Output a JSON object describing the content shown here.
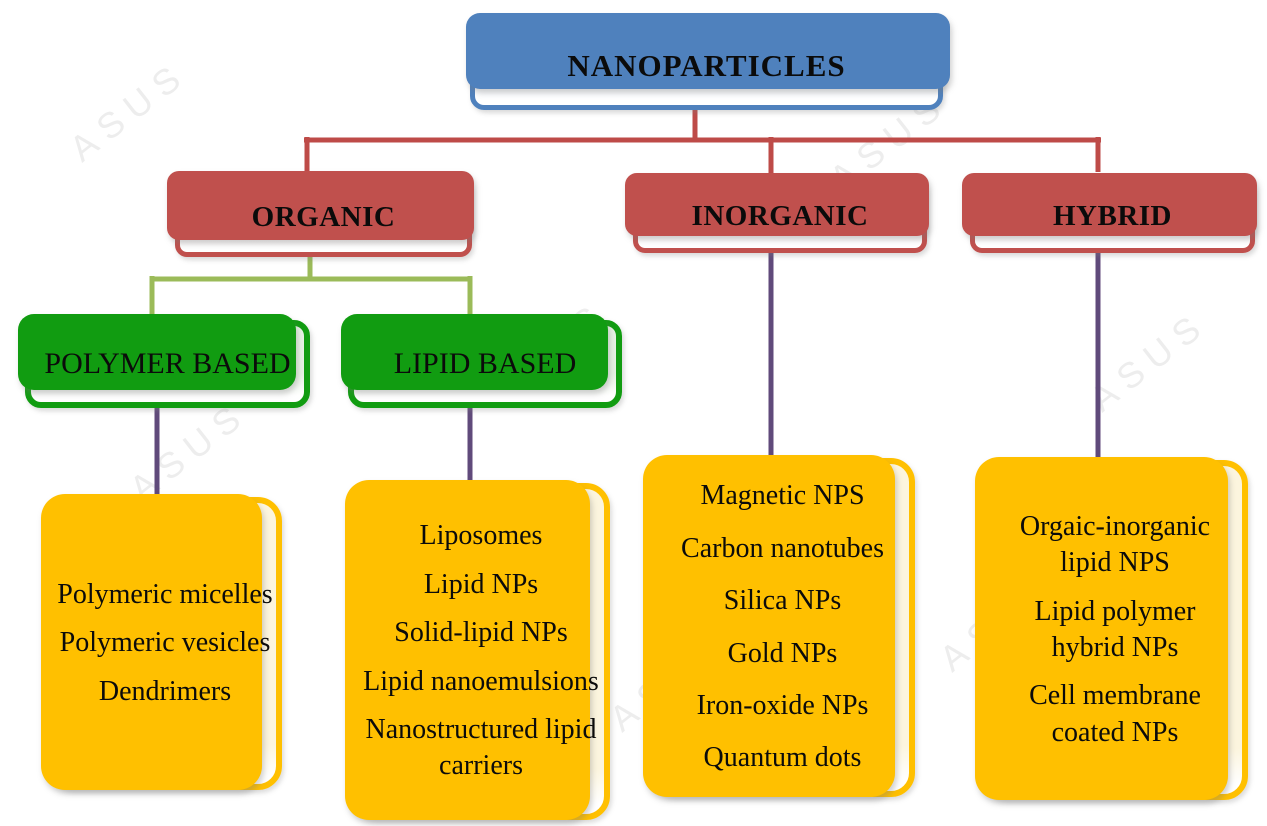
{
  "root": {
    "label": "NANOPARTICLES"
  },
  "branches": {
    "organic": {
      "label": "ORGANIC"
    },
    "inorganic": {
      "label": "INORGANIC"
    },
    "hybrid": {
      "label": "HYBRID"
    }
  },
  "subbranches": {
    "polymer": {
      "label": "POLYMER BASED"
    },
    "lipid": {
      "label": "LIPID BASED"
    }
  },
  "lists": {
    "polymer": [
      "Polymeric micelles",
      "Polymeric vesicles",
      "Dendrimers"
    ],
    "lipid": [
      "Liposomes",
      "Lipid NPs",
      "Solid-lipid NPs",
      "Lipid nanoemulsions",
      "Nanostructured lipid carriers"
    ],
    "inorganic": [
      "Magnetic NPS",
      "Carbon nanotubes",
      "Silica NPs",
      "Gold NPs",
      "Iron-oxide NPs",
      "Quantum dots"
    ],
    "hybrid": [
      "Orgaic-inorganic lipid NPS",
      "Lipid polymer hybrid NPs",
      "Cell membrane coated NPs"
    ]
  },
  "watermark": {
    "text": "ASUS"
  },
  "colors": {
    "root_border": "#4F81BD",
    "root_fill": "#EDF2FA",
    "branch_border": "#C0504D",
    "branch_fill": "#F8EDED",
    "sub_border": "#119C11",
    "sub_fill": "#E7F2E4",
    "list_border": "#FFC000",
    "list_fill": "#FCF5DE",
    "connector_red": "#BE4B48",
    "connector_olive": "#9BBB59",
    "connector_purple": "#604A7B",
    "text": "#0B0B0B"
  }
}
